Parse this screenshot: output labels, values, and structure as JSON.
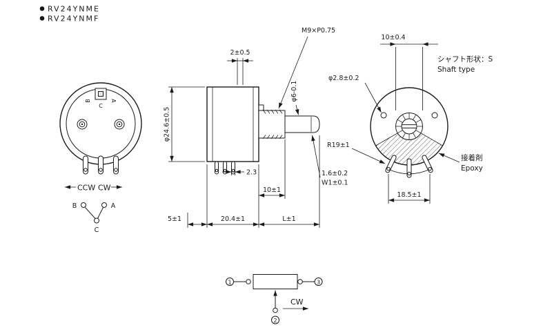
{
  "meta": {
    "ink_color": "#1a1a1a",
    "background_color": "#ffffff"
  },
  "header": {
    "model_1": "RV24YNME",
    "model_2": "RV24YNMF"
  },
  "front_view": {
    "terminal_b": "B",
    "terminal_c": "C",
    "terminal_a": "A"
  },
  "rotation": {
    "ccw_label": "CCW",
    "cw_label": "CW",
    "terminal_b": "B",
    "terminal_a": "A",
    "terminal_c": "C"
  },
  "side_view": {
    "lug_width": "2±0.5",
    "thread_spec": "M9×P0.75",
    "shaft_dia": "φ6-0.1",
    "body_dia": "φ24.6±0.5",
    "terminal_offset": "2.3",
    "bushing_length": "10±1",
    "slot_depth": "1.6±0.2",
    "slot_width": "W1±0.1",
    "back_clearance": "5±1",
    "body_length": "20.4±1",
    "shaft_length": "L±1"
  },
  "rear_view": {
    "bushing_dia": "10±0.4",
    "shaft_note_jp": "シャフト形状：S",
    "shaft_note_en": "Shaft type",
    "hole_dia": "φ2.8±0.2",
    "terminal_pitch_radius": "R19±1",
    "terminal_span": "18.5±1",
    "epoxy_jp": "接着剤",
    "epoxy_en": "Epoxy"
  },
  "schematic": {
    "terminal_1": "1",
    "terminal_2": "2",
    "terminal_3": "3",
    "rotation_label": "CW"
  }
}
